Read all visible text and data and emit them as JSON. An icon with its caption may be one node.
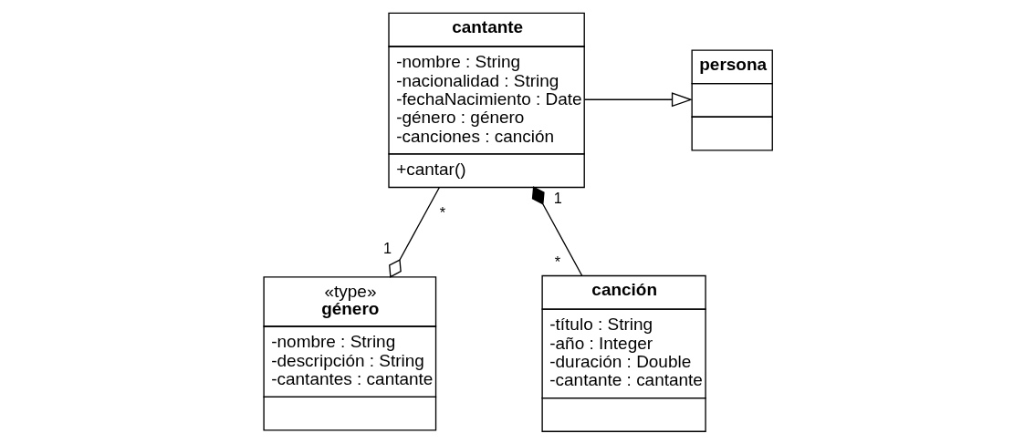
{
  "diagram": {
    "nodes": [
      {
        "text": [
          "persona"
        ]
      },
      {
        "text": [
          "cantante",
          "-nombre : String",
          "-nacionalidad : String",
          "-fechaNacimiento : Date",
          "-género : género",
          "-canciones : canción",
          "+cantar()"
        ]
      },
      {
        "text": [
          "«type»",
          "género",
          "-nombre : String",
          "-descripción : String",
          "-cantantes : cantante"
        ]
      },
      {
        "text": [
          "canción",
          "-título : String",
          "-año : Integer",
          "-duración : Double",
          "-cantante : cantante"
        ]
      }
    ],
    "edges": [
      {
        "from": 1,
        "to": 0,
        "arrow": "to"
      },
      {
        "from": 1,
        "to": 2,
        "arrow": "other"
      },
      {
        "from": 1,
        "to": 3,
        "arrow": "other"
      }
    ],
    "labels": [
      "*",
      "1",
      "1",
      "*"
    ]
  }
}
